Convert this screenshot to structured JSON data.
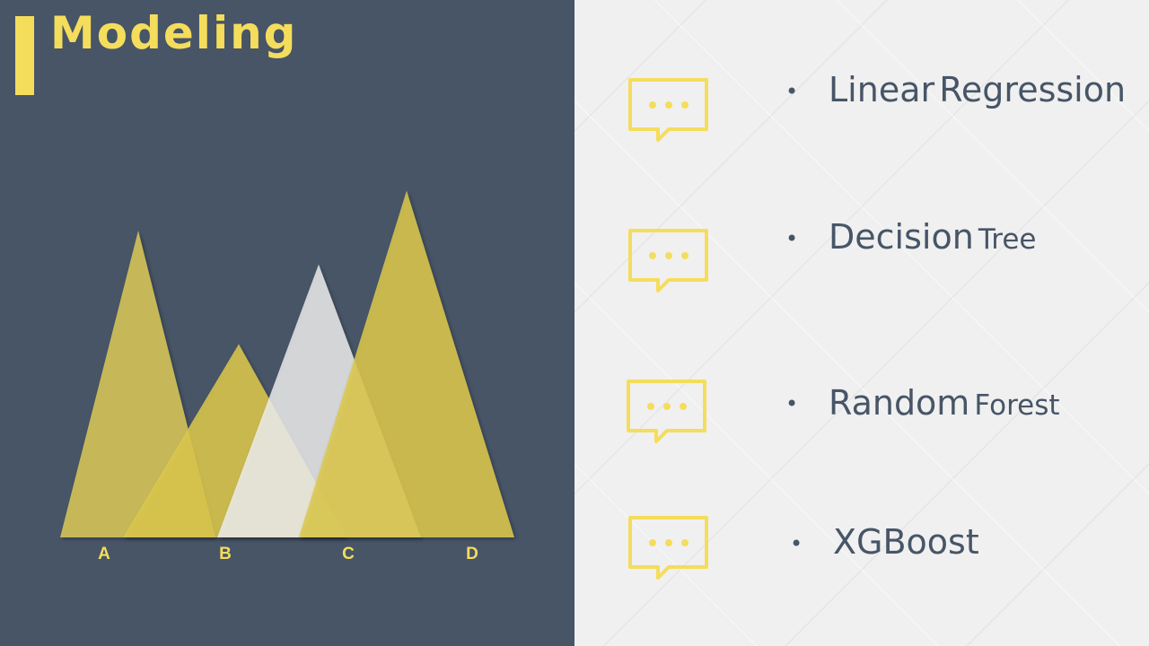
{
  "slide": {
    "title": "Modeling"
  },
  "colors": {
    "left_bg": "#475567",
    "accent": "#f5dd5c",
    "text": "#475567"
  },
  "chart_data": {
    "type": "area",
    "categories": [
      "A",
      "B",
      "C",
      "D"
    ],
    "ylim": [
      0,
      100
    ],
    "peaks": [
      {
        "category_index": 0,
        "value": 100,
        "color": "#cfc059",
        "opacity": 0.92
      },
      {
        "category_index": 1,
        "value": 63,
        "color": "#dcc84c",
        "opacity": 0.85
      },
      {
        "category_index": 2,
        "value": 89,
        "color": "#eeeeee",
        "opacity": 0.82
      },
      {
        "category_index": 3,
        "value": 113,
        "color": "#dcc84c",
        "opacity": 0.85
      }
    ]
  },
  "items": [
    {
      "icon": "speech-bubble-icon",
      "bullet": "•",
      "word1": "Linear",
      "word2": "Regression",
      "size1": "big",
      "size2": "big"
    },
    {
      "icon": "speech-bubble-icon",
      "bullet": "•",
      "word1": "Decision",
      "word2": "Tree",
      "size1": "big",
      "size2": "small"
    },
    {
      "icon": "speech-bubble-icon",
      "bullet": "•",
      "word1": "Random",
      "word2": "Forest",
      "size1": "big",
      "size2": "small"
    },
    {
      "icon": "speech-bubble-icon",
      "bullet": "•",
      "word1": "XGBoost",
      "word2": "",
      "size1": "big",
      "size2": "small"
    }
  ]
}
